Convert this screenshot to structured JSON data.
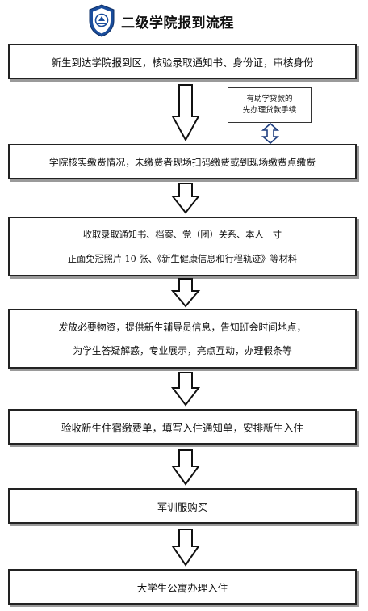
{
  "header": {
    "title": "二级学院报到流程",
    "logo_icon": "university-emblem-icon"
  },
  "steps": [
    {
      "lines": [
        "新生到达学院报到区，核验录取通知书、身份证，审核身份"
      ]
    },
    {
      "lines": [
        "学院核实缴费情况，未缴费者现场扫码缴费或到现场缴费点缴费"
      ]
    },
    {
      "lines": [
        "收取录取通知书、档案、党（团）关系、本人一寸",
        "正面免冠照片 10 张、《新生健康信息和行程轨迹》等材料"
      ]
    },
    {
      "lines": [
        "发放必要物资，提供新生辅导员信息，告知班会时间地点，",
        "为学生答疑解惑，专业展示，亮点互动，办理假条等"
      ]
    },
    {
      "lines": [
        "验收新生住宿缴费单，填写入住通知单，安排新生入住"
      ]
    },
    {
      "lines": [
        "军训服购买"
      ]
    },
    {
      "lines": [
        "大学生公寓办理入住"
      ]
    }
  ],
  "loan_note": {
    "lines": [
      "有助学贷款的",
      "先办理贷款手续"
    ]
  },
  "colors": {
    "box_border": "#222222",
    "box_shadow": "#9a9a9a",
    "double_arrow": "#1f3f80",
    "emblem": "#1a4d9c"
  },
  "icons": {
    "flow_arrow": "down-arrow-icon",
    "loan_arrow": "double-vertical-arrow-icon"
  }
}
